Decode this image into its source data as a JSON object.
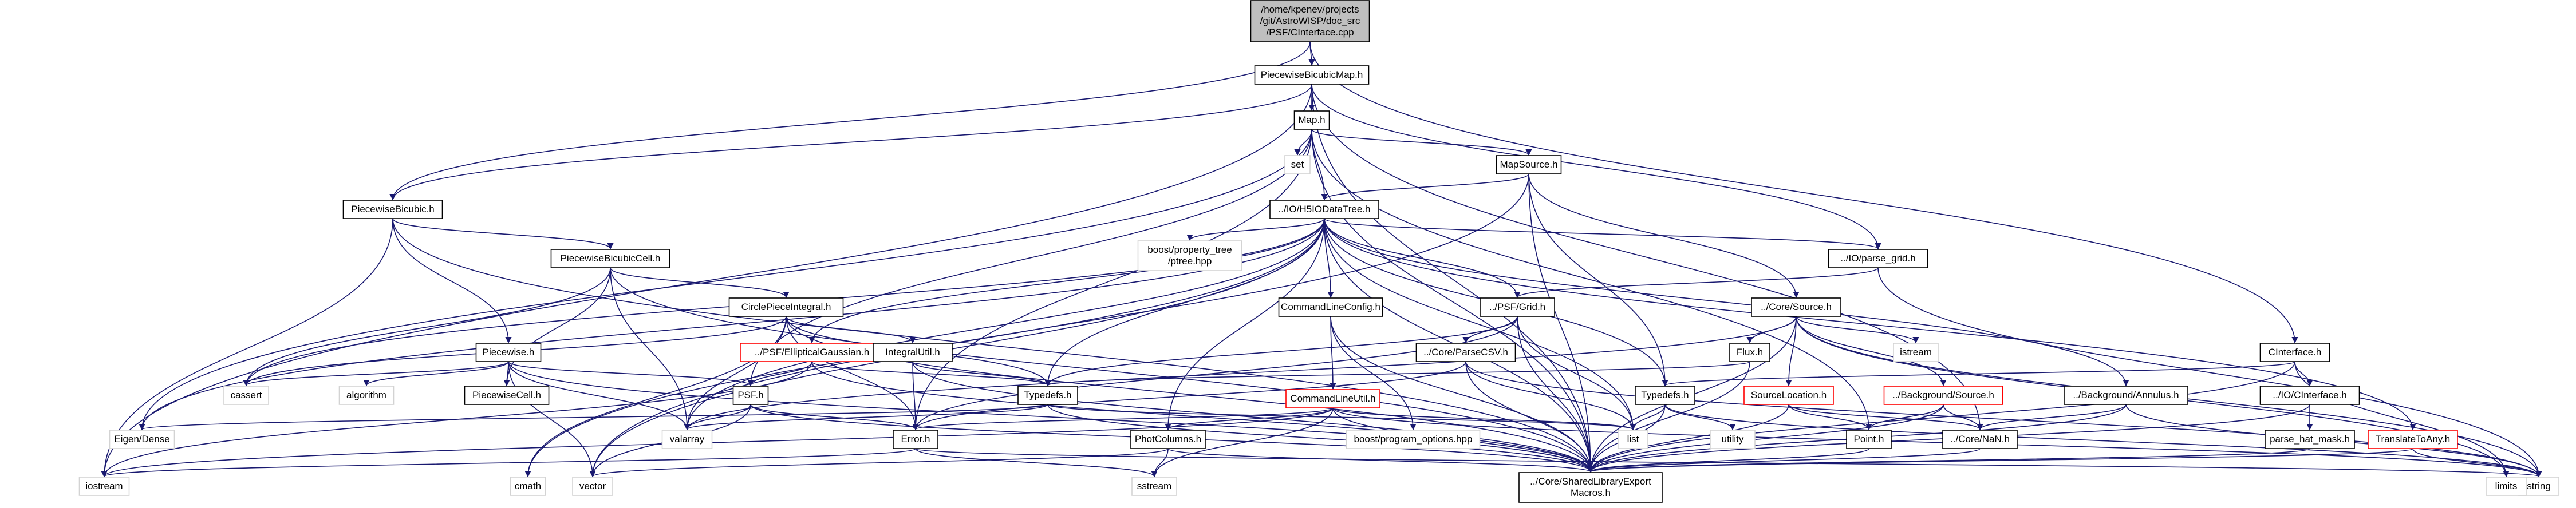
{
  "colors": {
    "edge": "#191970",
    "node_border": "#000000",
    "node_fill": "#ffffff",
    "root_fill": "#bfbfbf",
    "incomplete_border": "#ff0000",
    "system_border": "#d3d3d3",
    "system_text": "#5a5a5a"
  },
  "nodes": [
    {
      "id": "root",
      "lines": [
        "/home/kpenev/projects",
        "/git/AstroWISP/doc_src",
        "/PSF/CInterface.cpp"
      ],
      "style": "root"
    },
    {
      "id": "pbm",
      "lines": [
        "PiecewiseBicubicMap.h"
      ],
      "style": "normal"
    },
    {
      "id": "map",
      "lines": [
        "Map.h"
      ],
      "style": "normal"
    },
    {
      "id": "set",
      "lines": [
        "set"
      ],
      "style": "system"
    },
    {
      "id": "mapsource",
      "lines": [
        "MapSource.h"
      ],
      "style": "normal"
    },
    {
      "id": "pwbicubic",
      "lines": [
        "PiecewiseBicubic.h"
      ],
      "style": "normal"
    },
    {
      "id": "iohat",
      "lines": [
        "../IO/H5IODataTree.h"
      ],
      "style": "normal"
    },
    {
      "id": "boostptree",
      "lines": [
        "boost/property_tree",
        "/ptree.hpp"
      ],
      "style": "system"
    },
    {
      "id": "parsegrid",
      "lines": [
        "../IO/parse_grid.h"
      ],
      "style": "normal"
    },
    {
      "id": "pwbicell",
      "lines": [
        "PiecewiseBicubicCell.h"
      ],
      "style": "normal"
    },
    {
      "id": "clconfig",
      "lines": [
        "CommandLineConfig.h"
      ],
      "style": "normal"
    },
    {
      "id": "psfgrid",
      "lines": [
        "../PSF/Grid.h"
      ],
      "style": "normal"
    },
    {
      "id": "coresource",
      "lines": [
        "../Core/Source.h"
      ],
      "style": "normal"
    },
    {
      "id": "circle",
      "lines": [
        "CirclePieceIntegral.h"
      ],
      "style": "normal"
    },
    {
      "id": "ellgauss",
      "lines": [
        "../PSF/EllipticalGaussian.h"
      ],
      "style": "incomplete"
    },
    {
      "id": "integral",
      "lines": [
        "IntegralUtil.h"
      ],
      "style": "normal"
    },
    {
      "id": "piecewise",
      "lines": [
        "Piecewise.h"
      ],
      "style": "normal"
    },
    {
      "id": "coreparse",
      "lines": [
        "../Core/ParseCSV.h"
      ],
      "style": "normal"
    },
    {
      "id": "flux",
      "lines": [
        "Flux.h"
      ],
      "style": "normal"
    },
    {
      "id": "istream",
      "lines": [
        "istream"
      ],
      "style": "system"
    },
    {
      "id": "cinterfaceh",
      "lines": [
        "CInterface.h"
      ],
      "style": "normal"
    },
    {
      "id": "cassert",
      "lines": [
        "cassert"
      ],
      "style": "system"
    },
    {
      "id": "algorithm",
      "lines": [
        "algorithm"
      ],
      "style": "system"
    },
    {
      "id": "psfh",
      "lines": [
        "PSF.h"
      ],
      "style": "normal"
    },
    {
      "id": "typedefs1",
      "lines": [
        "Typedefs.h"
      ],
      "style": "normal"
    },
    {
      "id": "clutil",
      "lines": [
        "CommandLineUtil.h"
      ],
      "style": "incomplete"
    },
    {
      "id": "typedefs2",
      "lines": [
        "Typedefs.h"
      ],
      "style": "normal"
    },
    {
      "id": "sourceloc",
      "lines": [
        "SourceLocation.h"
      ],
      "style": "incomplete"
    },
    {
      "id": "bgsource",
      "lines": [
        "../Background/Source.h"
      ],
      "style": "incomplete"
    },
    {
      "id": "bgannulus",
      "lines": [
        "../Background/Annulus.h"
      ],
      "style": "normal"
    },
    {
      "id": "iocinterface",
      "lines": [
        "../IO/CInterface.h"
      ],
      "style": "normal"
    },
    {
      "id": "pwcell",
      "lines": [
        "PiecewiseCell.h"
      ],
      "style": "normal"
    },
    {
      "id": "eigendense",
      "lines": [
        "Eigen/Dense"
      ],
      "style": "system"
    },
    {
      "id": "valarray",
      "lines": [
        "valarray"
      ],
      "style": "system"
    },
    {
      "id": "error",
      "lines": [
        "Error.h"
      ],
      "style": "normal"
    },
    {
      "id": "photcols",
      "lines": [
        "PhotColumns.h"
      ],
      "style": "normal"
    },
    {
      "id": "boostpo",
      "lines": [
        "boost/program_options.hpp"
      ],
      "style": "system"
    },
    {
      "id": "list",
      "lines": [
        "list"
      ],
      "style": "system"
    },
    {
      "id": "utility",
      "lines": [
        "utility"
      ],
      "style": "system"
    },
    {
      "id": "point",
      "lines": [
        "Point.h"
      ],
      "style": "normal"
    },
    {
      "id": "corenan",
      "lines": [
        "../Core/NaN.h"
      ],
      "style": "normal"
    },
    {
      "id": "parsehat",
      "lines": [
        "parse_hat_mask.h"
      ],
      "style": "normal"
    },
    {
      "id": "translate",
      "lines": [
        "TranslateToAny.h"
      ],
      "style": "incomplete"
    },
    {
      "id": "iostream",
      "lines": [
        "iostream"
      ],
      "style": "system"
    },
    {
      "id": "cmath",
      "lines": [
        "cmath"
      ],
      "style": "system"
    },
    {
      "id": "vector",
      "lines": [
        "vector"
      ],
      "style": "system"
    },
    {
      "id": "sstream",
      "lines": [
        "sstream"
      ],
      "style": "system"
    },
    {
      "id": "sharedlib",
      "lines": [
        "../Core/SharedLibraryExport",
        "Macros.h"
      ],
      "style": "normal"
    },
    {
      "id": "string",
      "lines": [
        "string"
      ],
      "style": "system"
    },
    {
      "id": "limits",
      "lines": [
        "limits"
      ],
      "style": "system"
    }
  ],
  "edges": [
    [
      "root",
      "pbm"
    ],
    [
      "root",
      "pwbicubic"
    ],
    [
      "root",
      "cinterfaceh"
    ],
    [
      "pbm",
      "map"
    ],
    [
      "pbm",
      "pwbicubic"
    ],
    [
      "pbm",
      "iostream"
    ],
    [
      "pbm",
      "parsegrid"
    ],
    [
      "pbm",
      "corenan"
    ],
    [
      "pbm",
      "sharedlib"
    ],
    [
      "map",
      "set"
    ],
    [
      "map",
      "mapsource"
    ],
    [
      "map",
      "iohat"
    ],
    [
      "map",
      "eigendense"
    ],
    [
      "map",
      "error"
    ],
    [
      "map",
      "point"
    ],
    [
      "map",
      "sharedlib"
    ],
    [
      "map",
      "psfh"
    ],
    [
      "mapsource",
      "iohat"
    ],
    [
      "mapsource",
      "coresource"
    ],
    [
      "mapsource",
      "typedefs2"
    ],
    [
      "mapsource",
      "sharedlib"
    ],
    [
      "mapsource",
      "vector"
    ],
    [
      "pwbicubic",
      "pwbicell"
    ],
    [
      "pwbicubic",
      "piecewise"
    ],
    [
      "pwbicubic",
      "iostream"
    ],
    [
      "pwbicubic",
      "sharedlib"
    ],
    [
      "iohat",
      "boostptree"
    ],
    [
      "iohat",
      "parsegrid"
    ],
    [
      "iohat",
      "clconfig"
    ],
    [
      "iohat",
      "psfgrid"
    ],
    [
      "iohat",
      "typedefs1"
    ],
    [
      "iohat",
      "photcols"
    ],
    [
      "iohat",
      "bgannulus"
    ],
    [
      "iohat",
      "translate"
    ],
    [
      "iohat",
      "typedefs2"
    ],
    [
      "iohat",
      "list"
    ],
    [
      "iohat",
      "eigendense"
    ],
    [
      "iohat",
      "vector"
    ],
    [
      "iohat",
      "cassert"
    ],
    [
      "iohat",
      "valarray"
    ],
    [
      "iohat",
      "sharedlib"
    ],
    [
      "iohat",
      "ellgauss"
    ],
    [
      "iohat",
      "cmath"
    ],
    [
      "parsegrid",
      "psfgrid"
    ],
    [
      "parsegrid",
      "string"
    ],
    [
      "pwbicell",
      "circle"
    ],
    [
      "pwbicell",
      "cassert"
    ],
    [
      "pwbicell",
      "valarray"
    ],
    [
      "pwbicell",
      "sharedlib"
    ],
    [
      "pwbicell",
      "pwcell"
    ],
    [
      "clconfig",
      "clutil"
    ],
    [
      "clconfig",
      "boostpo"
    ],
    [
      "clconfig",
      "sharedlib"
    ],
    [
      "psfgrid",
      "typedefs1"
    ],
    [
      "psfgrid",
      "list"
    ],
    [
      "psfgrid",
      "sharedlib"
    ],
    [
      "psfgrid",
      "error"
    ],
    [
      "psfgrid",
      "coreparse"
    ],
    [
      "coresource",
      "flux"
    ],
    [
      "coresource",
      "sourceloc"
    ],
    [
      "coresource",
      "bgsource"
    ],
    [
      "coresource",
      "istream"
    ],
    [
      "coresource",
      "string"
    ],
    [
      "coresource",
      "sharedlib"
    ],
    [
      "coresource",
      "valarray"
    ],
    [
      "coresource",
      "limits"
    ],
    [
      "circle",
      "integral"
    ],
    [
      "circle",
      "typedefs1"
    ],
    [
      "circle",
      "sharedlib"
    ],
    [
      "circle",
      "error"
    ],
    [
      "circle",
      "cassert"
    ],
    [
      "circle",
      "valarray"
    ],
    [
      "circle",
      "cmath"
    ],
    [
      "ellgauss",
      "psfh"
    ],
    [
      "ellgauss",
      "typedefs1"
    ],
    [
      "ellgauss",
      "sharedlib"
    ],
    [
      "ellgauss",
      "iostream"
    ],
    [
      "integral",
      "typedefs1"
    ],
    [
      "integral",
      "error"
    ],
    [
      "integral",
      "sharedlib"
    ],
    [
      "piecewise",
      "psfh"
    ],
    [
      "piecewise",
      "pwcell"
    ],
    [
      "piecewise",
      "algorithm"
    ],
    [
      "piecewise",
      "sharedlib"
    ],
    [
      "piecewise",
      "valarray"
    ],
    [
      "piecewise",
      "cassert"
    ],
    [
      "piecewise",
      "vector"
    ],
    [
      "coreparse",
      "string"
    ],
    [
      "coreparse",
      "list"
    ],
    [
      "coreparse",
      "error"
    ],
    [
      "coreparse",
      "sharedlib"
    ],
    [
      "flux",
      "typedefs1"
    ],
    [
      "flux",
      "sharedlib"
    ],
    [
      "cinterfaceh",
      "iocinterface"
    ],
    [
      "cinterfaceh",
      "typedefs2"
    ],
    [
      "cinterfaceh",
      "sharedlib"
    ],
    [
      "cinterfaceh",
      "limits"
    ],
    [
      "psfh",
      "valarray"
    ],
    [
      "psfh",
      "sharedlib"
    ],
    [
      "psfh",
      "error"
    ],
    [
      "psfh",
      "vector"
    ],
    [
      "typedefs1",
      "eigendense"
    ],
    [
      "typedefs1",
      "valarray"
    ],
    [
      "typedefs1",
      "list"
    ],
    [
      "typedefs1",
      "sharedlib"
    ],
    [
      "clutil",
      "photcols"
    ],
    [
      "clutil",
      "error"
    ],
    [
      "clutil",
      "sstream"
    ],
    [
      "clutil",
      "list"
    ],
    [
      "clutil",
      "string"
    ],
    [
      "clutil",
      "sharedlib"
    ],
    [
      "clutil",
      "iostream"
    ],
    [
      "typedefs2",
      "list"
    ],
    [
      "typedefs2",
      "utility"
    ],
    [
      "typedefs2",
      "sharedlib"
    ],
    [
      "typedefs2",
      "string"
    ],
    [
      "sourceloc",
      "point"
    ],
    [
      "sourceloc",
      "corenan"
    ],
    [
      "sourceloc",
      "sharedlib"
    ],
    [
      "bgsource",
      "point"
    ],
    [
      "bgsource",
      "corenan"
    ],
    [
      "bgsource",
      "sharedlib"
    ],
    [
      "bgannulus",
      "corenan"
    ],
    [
      "bgannulus",
      "sharedlib"
    ],
    [
      "bgannulus",
      "string"
    ],
    [
      "iocinterface",
      "parsehat"
    ],
    [
      "iocinterface",
      "sharedlib"
    ],
    [
      "error",
      "string"
    ],
    [
      "error",
      "sstream"
    ],
    [
      "error",
      "iostream"
    ],
    [
      "photcols",
      "vector"
    ],
    [
      "photcols",
      "sstream"
    ],
    [
      "photcols",
      "sharedlib"
    ],
    [
      "point",
      "sharedlib"
    ],
    [
      "corenan",
      "sharedlib"
    ],
    [
      "parsehat",
      "sharedlib"
    ],
    [
      "translate",
      "sharedlib"
    ],
    [
      "translate",
      "string"
    ]
  ]
}
